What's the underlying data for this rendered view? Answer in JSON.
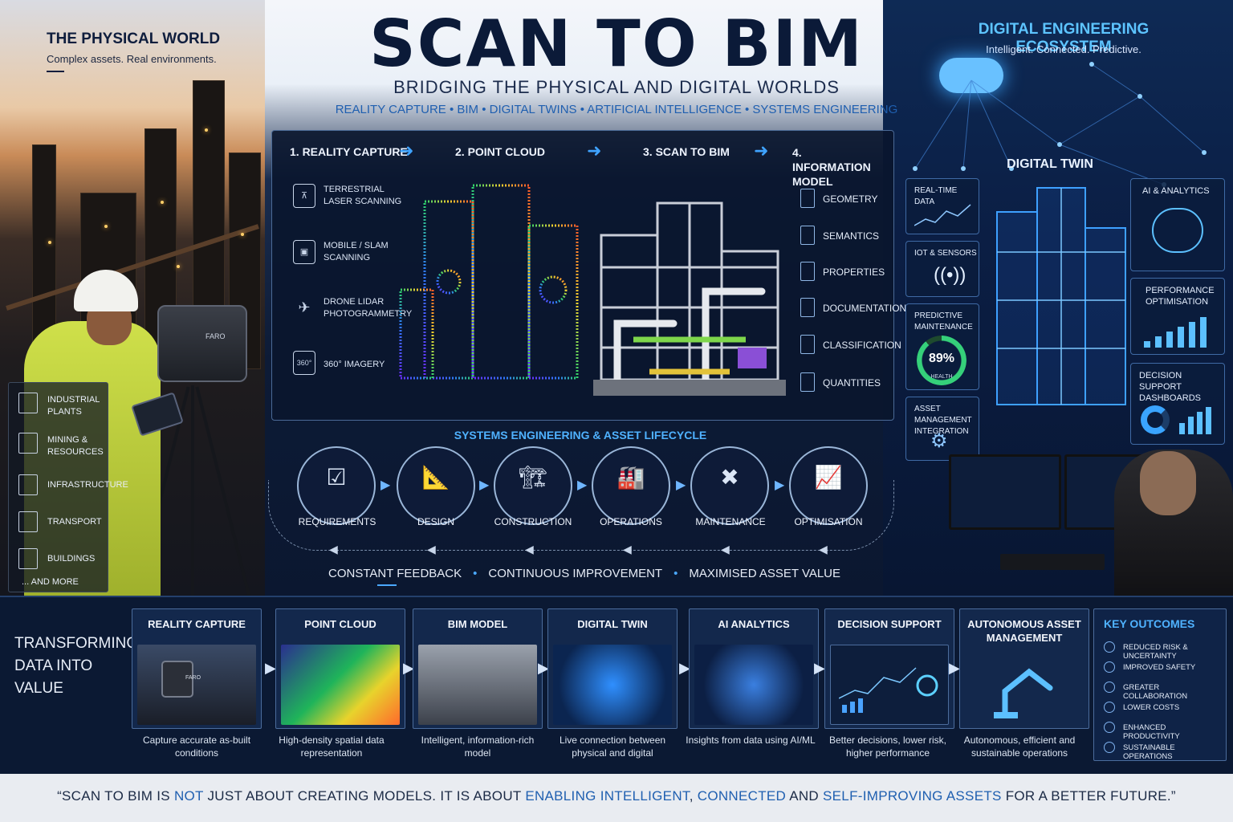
{
  "header": {
    "title": "SCAN TO BIM",
    "subtitle": "BRIDGING THE PHYSICAL AND DIGITAL WORLDS",
    "tags": "REALITY CAPTURE  •  BIM  •  DIGITAL TWINS  •  ARTIFICIAL INTELLIGENCE  •  SYSTEMS ENGINEERING"
  },
  "left": {
    "heading": "THE PHYSICAL WORLD",
    "subheading": "Complex assets. Real environments.",
    "scanner_brand": "FARO",
    "sectors": [
      {
        "label": "INDUSTRIAL PLANTS",
        "icon": "factory-icon"
      },
      {
        "label": "MINING & RESOURCES",
        "icon": "pickaxe-icon"
      },
      {
        "label": "INFRASTRUCTURE",
        "icon": "bridge-icon"
      },
      {
        "label": "TRANSPORT",
        "icon": "train-icon"
      },
      {
        "label": "BUILDINGS",
        "icon": "building-icon"
      }
    ],
    "more": "... AND MORE"
  },
  "right": {
    "heading": "DIGITAL ENGINEERING ECOSYSTEM",
    "subheading": "Intelligent. Connected. Predictive.",
    "digital_twin": "DIGITAL TWIN",
    "cards": {
      "realtime": "REAL-TIME DATA",
      "iot": "IOT & SENSORS",
      "predictive": "PREDICTIVE MAINTENANCE",
      "asset": "ASSET MANAGEMENT INTEGRATION",
      "ai": "AI & ANALYTICS",
      "performance": "PERFORMANCE OPTIMISATION",
      "decision": "DECISION SUPPORT DASHBOARDS"
    },
    "gauge_value": "89%",
    "gauge_level": 0.89,
    "gauge_label": "HEALTH"
  },
  "workflow": {
    "steps": [
      "1. REALITY CAPTURE",
      "2. POINT CLOUD",
      "3. SCAN TO BIM",
      "4. INFORMATION MODEL"
    ],
    "capture_methods": [
      {
        "label": "TERRESTRIAL LASER SCANNING",
        "icon": "tripod-scanner-icon"
      },
      {
        "label": "MOBILE / SLAM SCANNING",
        "icon": "backpack-scanner-icon"
      },
      {
        "label": "DRONE LIDAR PHOTOGRAMMETRY",
        "icon": "drone-icon"
      },
      {
        "label": "360° IMAGERY",
        "icon": "camera-360-icon",
        "glyph": "360°"
      }
    ],
    "information": [
      "GEOMETRY",
      "SEMANTICS",
      "PROPERTIES",
      "DOCUMENTATION",
      "CLASSIFICATION",
      "QUANTITIES"
    ]
  },
  "lifecycle": {
    "title": "SYSTEMS ENGINEERING & ASSET LIFECYCLE",
    "stages": [
      {
        "label": "REQUIREMENTS",
        "icon": "clipboard-icon",
        "glyph": "☑"
      },
      {
        "label": "DESIGN",
        "icon": "ruler-triangle-icon",
        "glyph": "📐"
      },
      {
        "label": "CONSTRUCTION",
        "icon": "crane-icon",
        "glyph": "🏗"
      },
      {
        "label": "OPERATIONS",
        "icon": "factory-icon",
        "glyph": "🏭"
      },
      {
        "label": "MAINTENANCE",
        "icon": "tools-icon",
        "glyph": "✖"
      },
      {
        "label": "OPTIMISATION",
        "icon": "growth-chart-icon",
        "glyph": "📈"
      }
    ],
    "feedback": [
      "CONSTANT FEEDBACK",
      "CONTINUOUS IMPROVEMENT",
      "MAXIMISED ASSET VALUE"
    ]
  },
  "band": {
    "title_lines": [
      "TRANSFORMING",
      "DATA INTO",
      "VALUE"
    ],
    "cards": [
      {
        "title": "REALITY CAPTURE",
        "caption": "Capture accurate as-built conditions",
        "scanner_brand": "FARO"
      },
      {
        "title": "POINT CLOUD",
        "caption": "High-density spatial data representation"
      },
      {
        "title": "BIM MODEL",
        "caption": "Intelligent, information-rich model"
      },
      {
        "title": "DIGITAL TWIN",
        "caption": "Live connection between physical and digital"
      },
      {
        "title": "AI ANALYTICS",
        "caption": "Insights from data using AI/ML"
      },
      {
        "title": "DECISION SUPPORT",
        "caption": "Better decisions, lower risk, higher performance"
      },
      {
        "title": "AUTONOMOUS ASSET MANAGEMENT",
        "caption": "Autonomous, efficient and sustainable operations"
      }
    ],
    "outcomes_title": "KEY OUTCOMES",
    "outcomes": [
      {
        "label": "REDUCED RISK & UNCERTAINTY",
        "icon": "alert-icon"
      },
      {
        "label": "IMPROVED SAFETY",
        "icon": "shield-icon"
      },
      {
        "label": "GREATER COLLABORATION",
        "icon": "people-icon"
      },
      {
        "label": "LOWER COSTS",
        "icon": "dollar-icon"
      },
      {
        "label": "ENHANCED PRODUCTIVITY",
        "icon": "trend-icon"
      },
      {
        "label": "SUSTAINABLE OPERATIONS",
        "icon": "leaf-icon"
      }
    ]
  },
  "quote": {
    "p1": "“SCAN TO BIM IS ",
    "p2": "NOT",
    "p3": " JUST ABOUT CREATING MODELS.  IT IS ABOUT ",
    "p4": "ENABLING INTELLIGENT",
    "p5": ", ",
    "p6": "CONNECTED",
    "p7": " AND ",
    "p8": "SELF-IMPROVING ASSETS",
    "p9": " FOR A BETTER FUTURE.”"
  },
  "colors": {
    "accent": "#4fb2ff",
    "title": "#0b1a38",
    "highlight": "#1f5fb0",
    "gauge_green": "#35d07a"
  }
}
